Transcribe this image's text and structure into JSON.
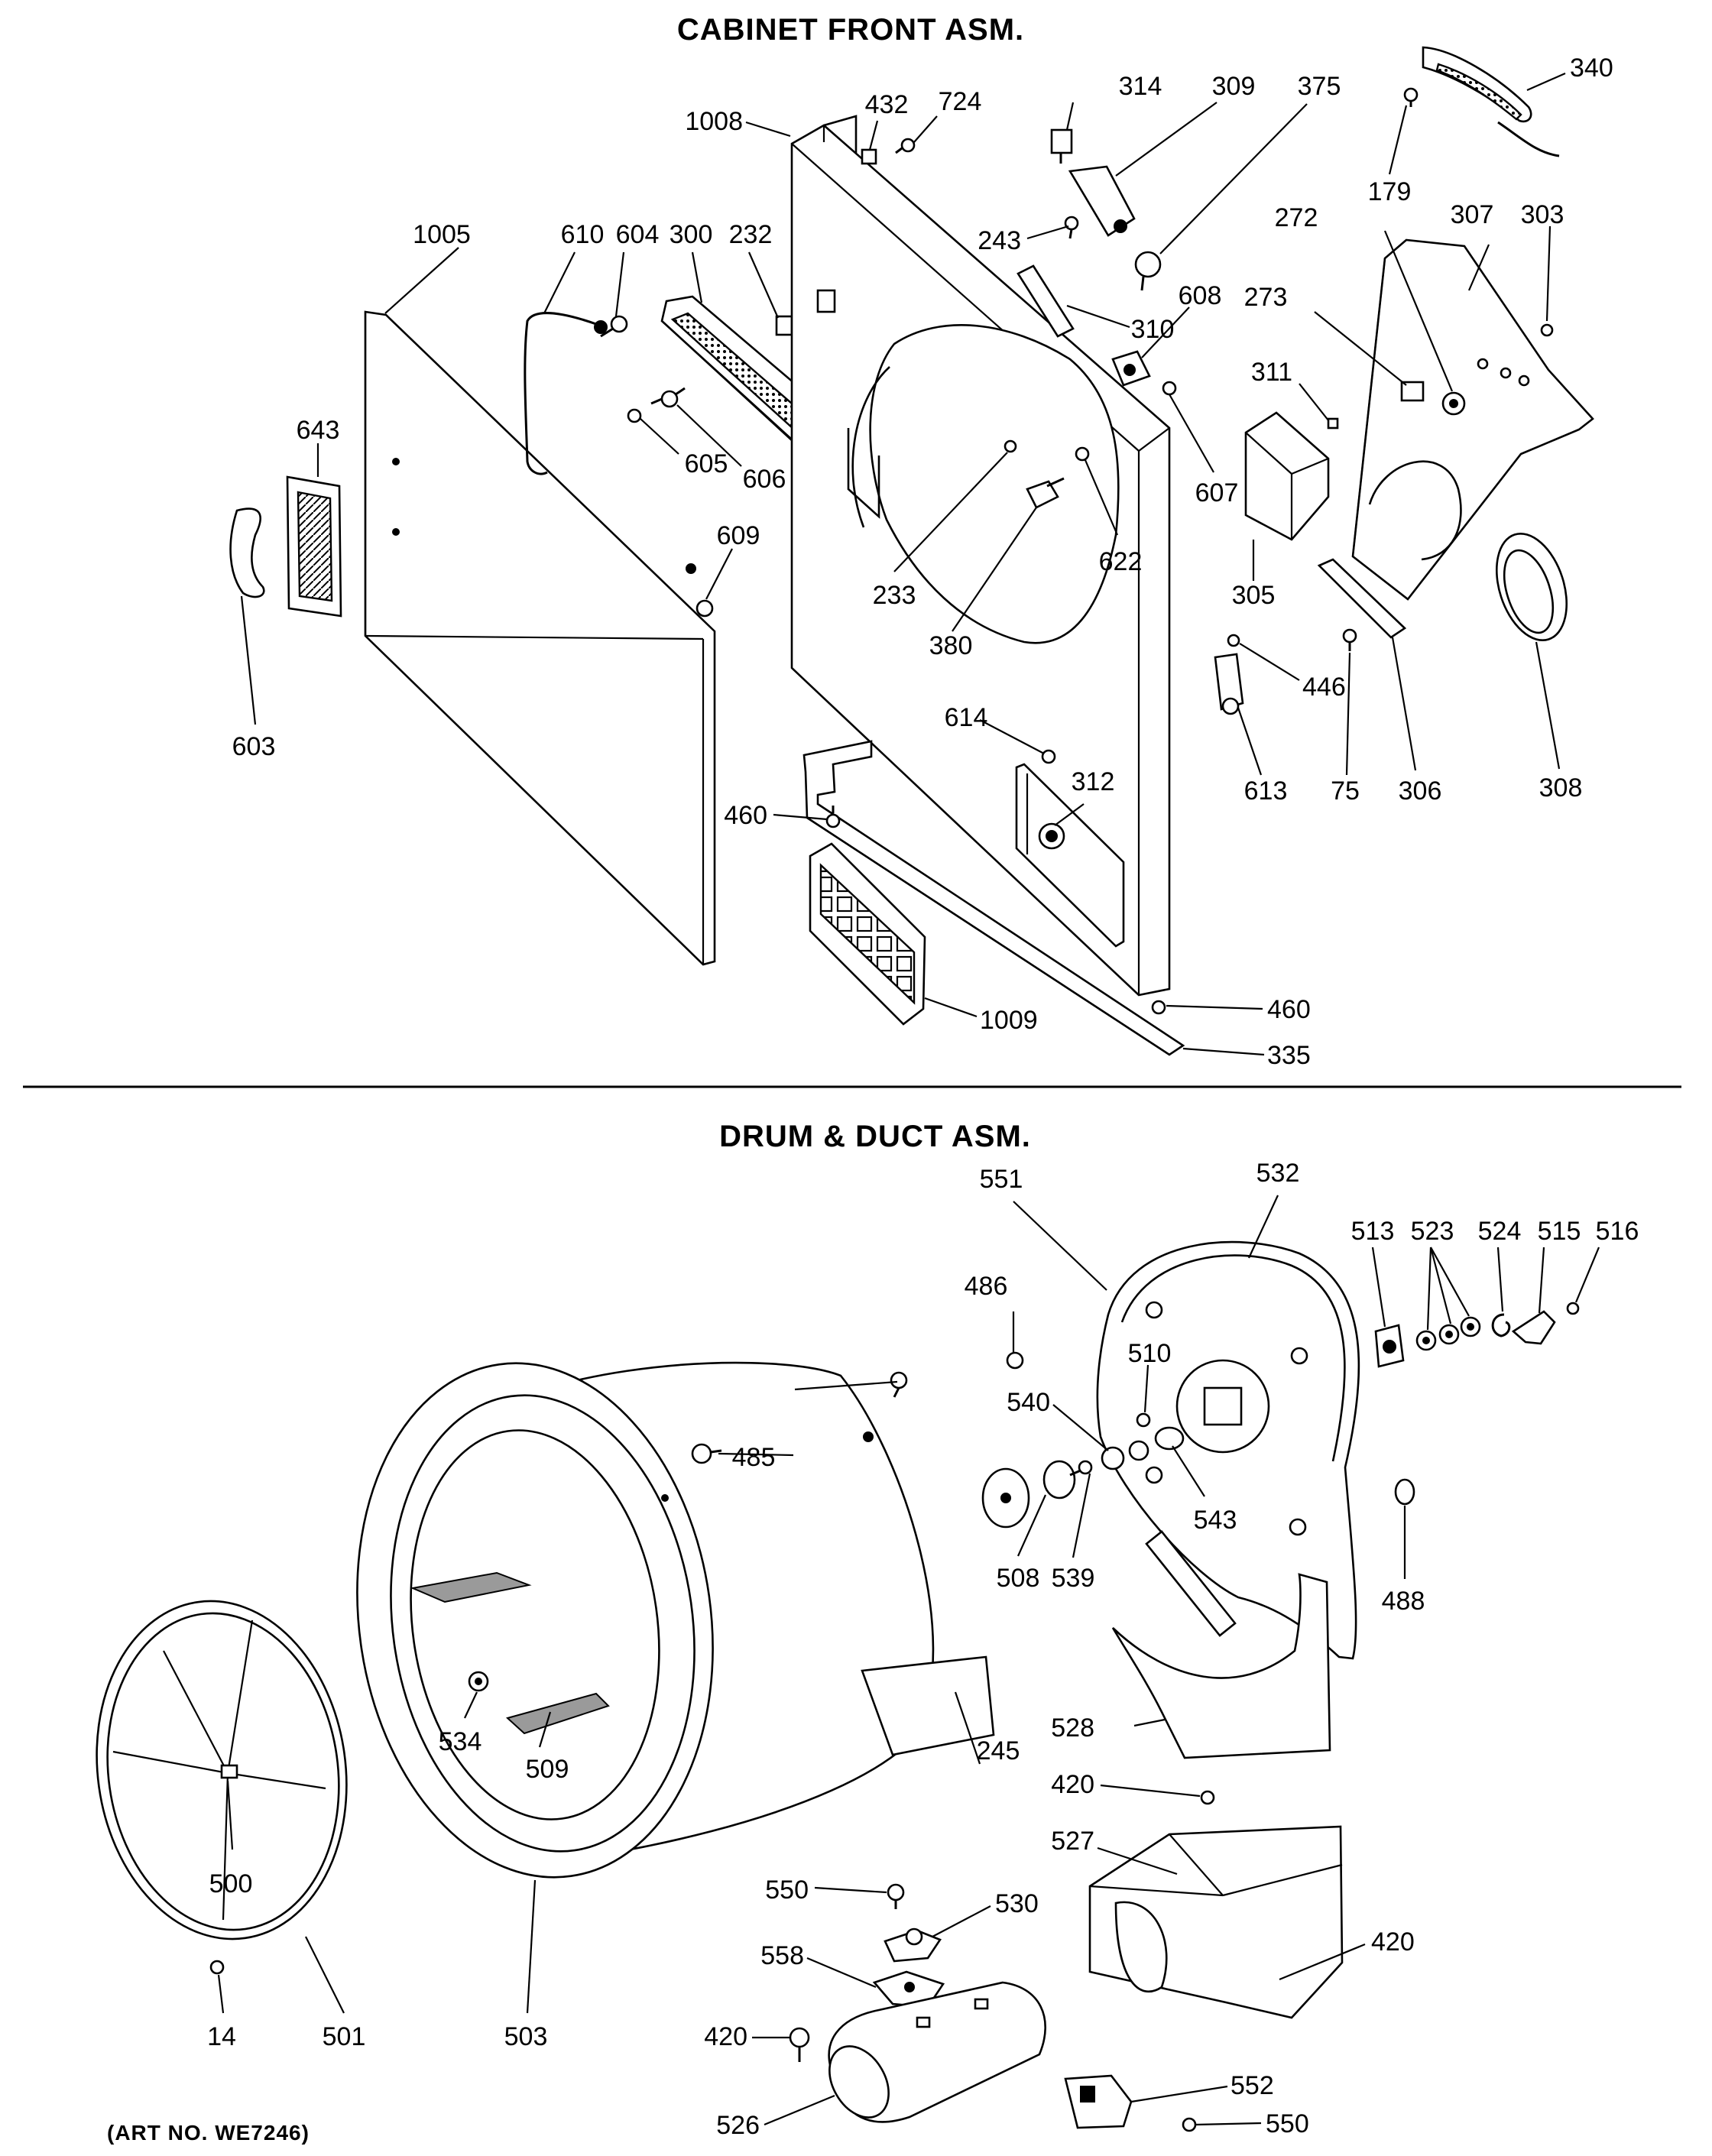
{
  "diagram": {
    "sections": [
      {
        "key": "cabinet",
        "title": "CABINET FRONT ASM."
      },
      {
        "key": "drum",
        "title": "DRUM & DUCT ASM."
      }
    ],
    "art_number": "(ART NO. WE7246)",
    "callouts": {
      "cabinet": [
        {
          "label": "1008",
          "part": "cabinet-front-panel"
        },
        {
          "label": "432",
          "part": "clip"
        },
        {
          "label": "724",
          "part": "screw"
        },
        {
          "label": "314",
          "part": "lamp-socket"
        },
        {
          "label": "309",
          "part": "switch-bracket"
        },
        {
          "label": "375",
          "part": "door-switch"
        },
        {
          "label": "340",
          "part": "light-assembly"
        },
        {
          "label": "179",
          "part": "screw"
        },
        {
          "label": "1005",
          "part": "door-panel"
        },
        {
          "label": "610",
          "part": "wire-harness"
        },
        {
          "label": "604",
          "part": "screw"
        },
        {
          "label": "300",
          "part": "lint-filter"
        },
        {
          "label": "232",
          "part": "clip"
        },
        {
          "label": "243",
          "part": "screw"
        },
        {
          "label": "310",
          "part": "gasket-strip"
        },
        {
          "label": "608",
          "part": "latch-strike"
        },
        {
          "label": "307",
          "part": "duct-housing"
        },
        {
          "label": "303",
          "part": "screw"
        },
        {
          "label": "272",
          "part": "thermostat"
        },
        {
          "label": "273",
          "part": "thermistor"
        },
        {
          "label": "311",
          "part": "clip"
        },
        {
          "label": "643",
          "part": "vent-grille"
        },
        {
          "label": "605",
          "part": "washer"
        },
        {
          "label": "606",
          "part": "hinge-pin"
        },
        {
          "label": "233",
          "part": "screw"
        },
        {
          "label": "380",
          "part": "door-catch"
        },
        {
          "label": "622",
          "part": "screw"
        },
        {
          "label": "607",
          "part": "washer"
        },
        {
          "label": "305",
          "part": "cover"
        },
        {
          "label": "609",
          "part": "bumper"
        },
        {
          "label": "603",
          "part": "door-handle"
        },
        {
          "label": "614",
          "part": "screw"
        },
        {
          "label": "312",
          "part": "switch-button"
        },
        {
          "label": "446",
          "part": "washer"
        },
        {
          "label": "613",
          "part": "hinge"
        },
        {
          "label": "75",
          "part": "screw"
        },
        {
          "label": "306",
          "part": "bracket"
        },
        {
          "label": "308",
          "part": "seal-ring"
        },
        {
          "label": "460",
          "part": "screw"
        },
        {
          "label": "460",
          "part": "screw"
        },
        {
          "label": "1009",
          "part": "toe-grille"
        },
        {
          "label": "335",
          "part": "toe-panel"
        }
      ],
      "drum": [
        {
          "label": "551",
          "part": "rear-bulkhead"
        },
        {
          "label": "532",
          "part": "rear-bulkhead-seal"
        },
        {
          "label": "513",
          "part": "bearing-plate"
        },
        {
          "label": "523",
          "part": "washers"
        },
        {
          "label": "524",
          "part": "clip"
        },
        {
          "label": "515",
          "part": "spring-clip"
        },
        {
          "label": "516",
          "part": "washer"
        },
        {
          "label": "486",
          "part": "screw"
        },
        {
          "label": "510",
          "part": "screw"
        },
        {
          "label": "540",
          "part": "washer"
        },
        {
          "label": "485",
          "part": "screw"
        },
        {
          "label": "543",
          "part": "bushing"
        },
        {
          "label": "508",
          "part": "drum-bearing"
        },
        {
          "label": "539",
          "part": "shaft"
        },
        {
          "label": "488",
          "part": "plug"
        },
        {
          "label": "534",
          "part": "baffle-clip"
        },
        {
          "label": "509",
          "part": "drum-baffle"
        },
        {
          "label": "528",
          "part": "heater-shield"
        },
        {
          "label": "245",
          "part": "insulation-pad"
        },
        {
          "label": "420",
          "part": "screw"
        },
        {
          "label": "527",
          "part": "heater-duct"
        },
        {
          "label": "420",
          "part": "screw"
        },
        {
          "label": "500",
          "part": "drum-rear-seal"
        },
        {
          "label": "550",
          "part": "screw"
        },
        {
          "label": "530",
          "part": "thermostat"
        },
        {
          "label": "558",
          "part": "bracket"
        },
        {
          "label": "420",
          "part": "screw"
        },
        {
          "label": "526",
          "part": "heater-element"
        },
        {
          "label": "552",
          "part": "terminal-block"
        },
        {
          "label": "550",
          "part": "screw"
        },
        {
          "label": "14",
          "part": "screw"
        },
        {
          "label": "501",
          "part": "drum-gasket"
        },
        {
          "label": "503",
          "part": "drum"
        }
      ]
    }
  }
}
